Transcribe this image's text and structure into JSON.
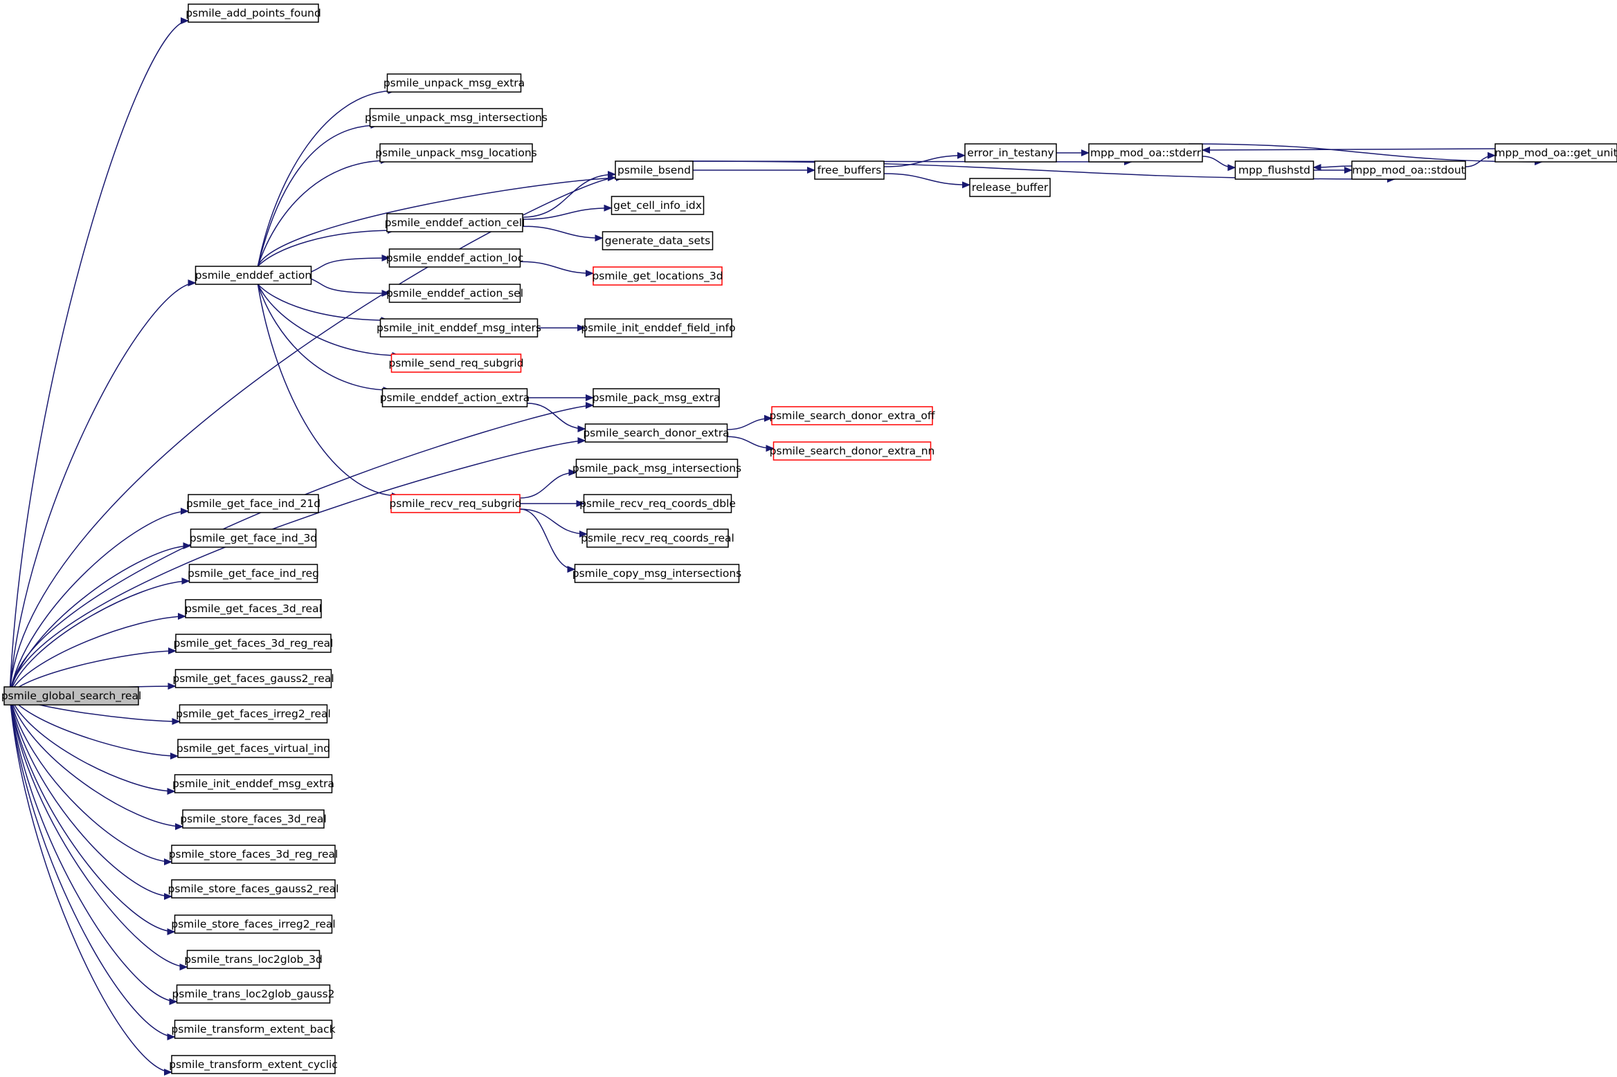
{
  "colors": {
    "edge": "#191970",
    "node_border": "#000000",
    "truncated_node_border": "#ff0000",
    "root_fill": "#bfbfbf",
    "node_fill": "#ffffff"
  },
  "root": "psmile_global_search_real",
  "nodes": [
    {
      "id": "n0",
      "label": "psmile_global_search_real",
      "root": true
    },
    {
      "id": "n1",
      "label": "psmile_add_points_found"
    },
    {
      "id": "n2",
      "label": "psmile_bsend"
    },
    {
      "id": "n3",
      "label": "psmile_enddef_action"
    },
    {
      "id": "n4",
      "label": "psmile_unpack_msg_extra"
    },
    {
      "id": "n5",
      "label": "psmile_unpack_msg_intersections"
    },
    {
      "id": "n6",
      "label": "psmile_unpack_msg_locations"
    },
    {
      "id": "n7",
      "label": "psmile_enddef_action_cell"
    },
    {
      "id": "n8",
      "label": "psmile_enddef_action_loc"
    },
    {
      "id": "n9",
      "label": "psmile_enddef_action_sel"
    },
    {
      "id": "n10",
      "label": "psmile_init_enddef_msg_inters"
    },
    {
      "id": "n11",
      "label": "psmile_send_req_subgrid",
      "truncated": true
    },
    {
      "id": "n12",
      "label": "psmile_enddef_action_extra"
    },
    {
      "id": "n13",
      "label": "psmile_recv_req_subgrid",
      "truncated": true
    },
    {
      "id": "n14",
      "label": "get_cell_info_idx"
    },
    {
      "id": "n15",
      "label": "generate_data_sets"
    },
    {
      "id": "n16",
      "label": "psmile_get_locations_3d",
      "truncated": true
    },
    {
      "id": "n17",
      "label": "psmile_init_enddef_field_info"
    },
    {
      "id": "n18",
      "label": "psmile_pack_msg_extra"
    },
    {
      "id": "n19",
      "label": "psmile_search_donor_extra"
    },
    {
      "id": "n20",
      "label": "psmile_search_donor_extra_off",
      "truncated": true
    },
    {
      "id": "n21",
      "label": "psmile_search_donor_extra_nn",
      "truncated": true
    },
    {
      "id": "n22",
      "label": "psmile_pack_msg_intersections"
    },
    {
      "id": "n23",
      "label": "psmile_recv_req_coords_dble"
    },
    {
      "id": "n24",
      "label": "psmile_recv_req_coords_real"
    },
    {
      "id": "n25",
      "label": "psmile_copy_msg_intersections"
    },
    {
      "id": "n26",
      "label": "free_buffers"
    },
    {
      "id": "n27",
      "label": "error_in_testany"
    },
    {
      "id": "n28",
      "label": "release_buffer"
    },
    {
      "id": "n29",
      "label": "mpp_mod_oa::stderr"
    },
    {
      "id": "n30",
      "label": "mpp_flushstd"
    },
    {
      "id": "n31",
      "label": "mpp_mod_oa::stdout"
    },
    {
      "id": "n32",
      "label": "mpp_mod_oa::get_unit"
    },
    {
      "id": "n33",
      "label": "psmile_get_face_ind_21d"
    },
    {
      "id": "n34",
      "label": "psmile_get_face_ind_3d"
    },
    {
      "id": "n35",
      "label": "psmile_get_face_ind_reg"
    },
    {
      "id": "n36",
      "label": "psmile_get_faces_3d_real"
    },
    {
      "id": "n37",
      "label": "psmile_get_faces_3d_reg_real"
    },
    {
      "id": "n38",
      "label": "psmile_get_faces_gauss2_real"
    },
    {
      "id": "n39",
      "label": "psmile_get_faces_irreg2_real"
    },
    {
      "id": "n40",
      "label": "psmile_get_faces_virtual_ind"
    },
    {
      "id": "n41",
      "label": "psmile_init_enddef_msg_extra"
    },
    {
      "id": "n42",
      "label": "psmile_store_faces_3d_real"
    },
    {
      "id": "n43",
      "label": "psmile_store_faces_3d_reg_real"
    },
    {
      "id": "n44",
      "label": "psmile_store_faces_gauss2_real"
    },
    {
      "id": "n45",
      "label": "psmile_store_faces_irreg2_real"
    },
    {
      "id": "n46",
      "label": "psmile_trans_loc2glob_3d"
    },
    {
      "id": "n47",
      "label": "psmile_trans_loc2glob_gauss2"
    },
    {
      "id": "n48",
      "label": "psmile_transform_extent_back"
    },
    {
      "id": "n49",
      "label": "psmile_transform_extent_cyclic"
    }
  ],
  "edges": [
    {
      "from": "n0",
      "to": "n1"
    },
    {
      "from": "n0",
      "to": "n2"
    },
    {
      "from": "n0",
      "to": "n3"
    },
    {
      "from": "n0",
      "to": "n18"
    },
    {
      "from": "n0",
      "to": "n19"
    },
    {
      "from": "n0",
      "to": "n33"
    },
    {
      "from": "n0",
      "to": "n34"
    },
    {
      "from": "n0",
      "to": "n35"
    },
    {
      "from": "n0",
      "to": "n36"
    },
    {
      "from": "n0",
      "to": "n37"
    },
    {
      "from": "n0",
      "to": "n38"
    },
    {
      "from": "n0",
      "to": "n39"
    },
    {
      "from": "n0",
      "to": "n40"
    },
    {
      "from": "n0",
      "to": "n41"
    },
    {
      "from": "n0",
      "to": "n42"
    },
    {
      "from": "n0",
      "to": "n43"
    },
    {
      "from": "n0",
      "to": "n44"
    },
    {
      "from": "n0",
      "to": "n45"
    },
    {
      "from": "n0",
      "to": "n46"
    },
    {
      "from": "n0",
      "to": "n47"
    },
    {
      "from": "n0",
      "to": "n48"
    },
    {
      "from": "n0",
      "to": "n49"
    },
    {
      "from": "n3",
      "to": "n4"
    },
    {
      "from": "n3",
      "to": "n5"
    },
    {
      "from": "n3",
      "to": "n6"
    },
    {
      "from": "n3",
      "to": "n2"
    },
    {
      "from": "n3",
      "to": "n7"
    },
    {
      "from": "n3",
      "to": "n8"
    },
    {
      "from": "n3",
      "to": "n9"
    },
    {
      "from": "n3",
      "to": "n10"
    },
    {
      "from": "n3",
      "to": "n11"
    },
    {
      "from": "n3",
      "to": "n12"
    },
    {
      "from": "n3",
      "to": "n13"
    },
    {
      "from": "n7",
      "to": "n2"
    },
    {
      "from": "n7",
      "to": "n14"
    },
    {
      "from": "n7",
      "to": "n15"
    },
    {
      "from": "n8",
      "to": "n16"
    },
    {
      "from": "n10",
      "to": "n17"
    },
    {
      "from": "n12",
      "to": "n18"
    },
    {
      "from": "n12",
      "to": "n19"
    },
    {
      "from": "n19",
      "to": "n20"
    },
    {
      "from": "n19",
      "to": "n21"
    },
    {
      "from": "n13",
      "to": "n22"
    },
    {
      "from": "n13",
      "to": "n23"
    },
    {
      "from": "n13",
      "to": "n24"
    },
    {
      "from": "n13",
      "to": "n25"
    },
    {
      "from": "n2",
      "to": "n26"
    },
    {
      "from": "n2",
      "to": "n29"
    },
    {
      "from": "n2",
      "to": "n31"
    },
    {
      "from": "n26",
      "to": "n27"
    },
    {
      "from": "n26",
      "to": "n28"
    },
    {
      "from": "n27",
      "to": "n29"
    },
    {
      "from": "n29",
      "to": "n30"
    },
    {
      "from": "n29",
      "to": "n32"
    },
    {
      "from": "n30",
      "to": "n31"
    },
    {
      "from": "n31",
      "to": "n30"
    },
    {
      "from": "n31",
      "to": "n32"
    },
    {
      "from": "n32",
      "to": "n29"
    }
  ]
}
